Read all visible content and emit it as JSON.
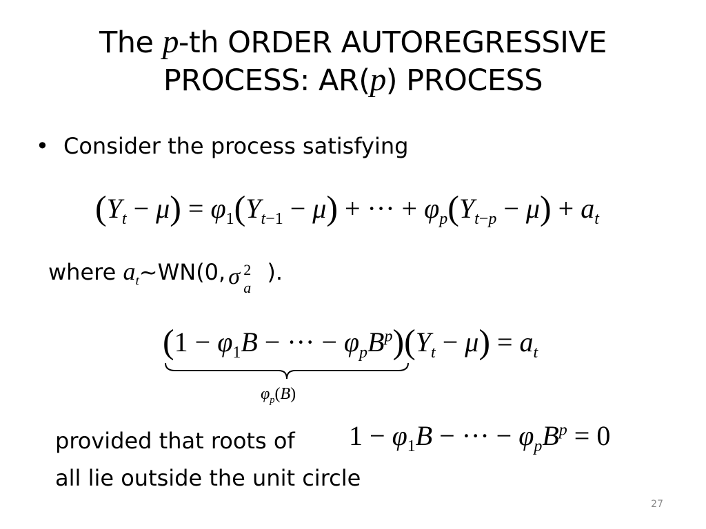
{
  "slide": {
    "title": {
      "part1": "The ",
      "var": "p",
      "part2": "-th ORDER AUTOREGRESSIVE",
      "line2_a": "PROCESS: AR(",
      "line2_var": "p",
      "line2_b": ") PROCESS"
    },
    "bullet": {
      "symbol": "•",
      "text": "Consider the process satisfying"
    },
    "equation_1": "(Y_t − μ) = φ_1(Y_{t−1} − μ) + ··· + φ_p(Y_{t−p} − μ) + a_t",
    "where": {
      "prefix": "where ",
      "a": "a",
      "sub": "t",
      "tilde": "~",
      "wn": "WN(0,",
      "sigma": "σ",
      "sigma_sup": "2",
      "sigma_sub": "a",
      "suffix": " )."
    },
    "equation_2": "(1 − φ_1B − ··· − φ_pB^p)(Y_t − μ) = a_t",
    "underbrace_label": "φ_p(B)",
    "provided_text": "provided that roots of",
    "equation_3": "1 − φ_1B − ··· − φ_pB^p = 0",
    "unit_circle_text": "all lie outside the unit circle",
    "page_number": "27"
  }
}
